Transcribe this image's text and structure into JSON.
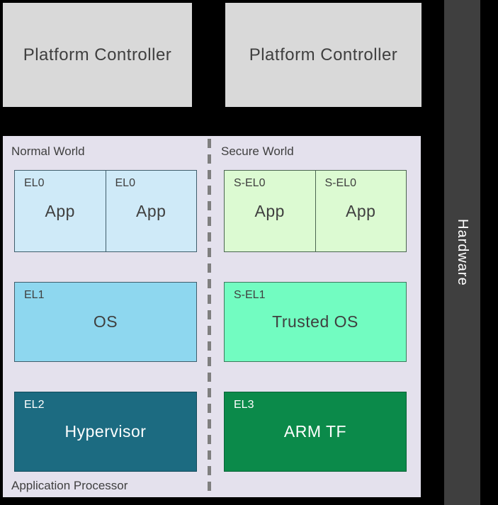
{
  "colors": {
    "background": "#000000",
    "controller_fill": "#d9d9d9",
    "hardware_fill": "#3f3f3f",
    "panel_fill": "#e4e1ed",
    "normal_app_fill": "#cfeaf8",
    "normal_os_fill": "#8ed7ef",
    "hypervisor_fill": "#1c6b81",
    "secure_app_fill": "#dcfad2",
    "trusted_os_fill": "#72fcc1",
    "armtf_fill": "#0b8a4a",
    "dark_text": "#3f3f3f",
    "light_text": "#ffffff",
    "divider": "#7f7f7f"
  },
  "controllers": [
    {
      "label": "Platform Controller"
    },
    {
      "label": "Platform Controller"
    }
  ],
  "hardware": {
    "label": "Hardware"
  },
  "panel": {
    "footer": "Application Processor",
    "normal_world": {
      "label": "Normal World",
      "apps": [
        {
          "level": "EL0",
          "name": "App"
        },
        {
          "level": "EL0",
          "name": "App"
        }
      ],
      "os": {
        "level": "EL1",
        "name": "OS"
      },
      "hypervisor": {
        "level": "EL2",
        "name": "Hypervisor"
      }
    },
    "secure_world": {
      "label": "Secure World",
      "apps": [
        {
          "level": "S-EL0",
          "name": "App"
        },
        {
          "level": "S-EL0",
          "name": "App"
        }
      ],
      "trusted_os": {
        "level": "S-EL1",
        "name": "Trusted OS"
      },
      "armtf": {
        "level": "EL3",
        "name": "ARM TF"
      }
    }
  }
}
